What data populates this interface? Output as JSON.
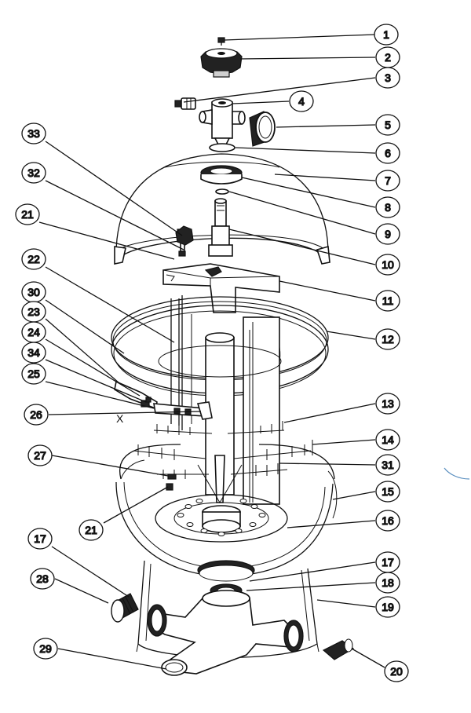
{
  "callouts": [
    {
      "label": "1"
    },
    {
      "label": "2"
    },
    {
      "label": "3"
    },
    {
      "label": "4"
    },
    {
      "label": "5"
    },
    {
      "label": "6"
    },
    {
      "label": "7"
    },
    {
      "label": "8"
    },
    {
      "label": "9"
    },
    {
      "label": "10"
    },
    {
      "label": "11"
    },
    {
      "label": "12"
    },
    {
      "label": "13"
    },
    {
      "label": "14"
    },
    {
      "label": "31"
    },
    {
      "label": "15"
    },
    {
      "label": "16"
    },
    {
      "label": "17"
    },
    {
      "label": "18"
    },
    {
      "label": "19"
    },
    {
      "label": "20"
    },
    {
      "label": "33"
    },
    {
      "label": "32"
    },
    {
      "label": "21"
    },
    {
      "label": "22"
    },
    {
      "label": "30"
    },
    {
      "label": "23"
    },
    {
      "label": "24"
    },
    {
      "label": "34"
    },
    {
      "label": "25"
    },
    {
      "label": "26"
    },
    {
      "label": "27"
    },
    {
      "label": "21"
    },
    {
      "label": "17"
    },
    {
      "label": "28"
    },
    {
      "label": "29"
    }
  ],
  "stray_mark": "X"
}
